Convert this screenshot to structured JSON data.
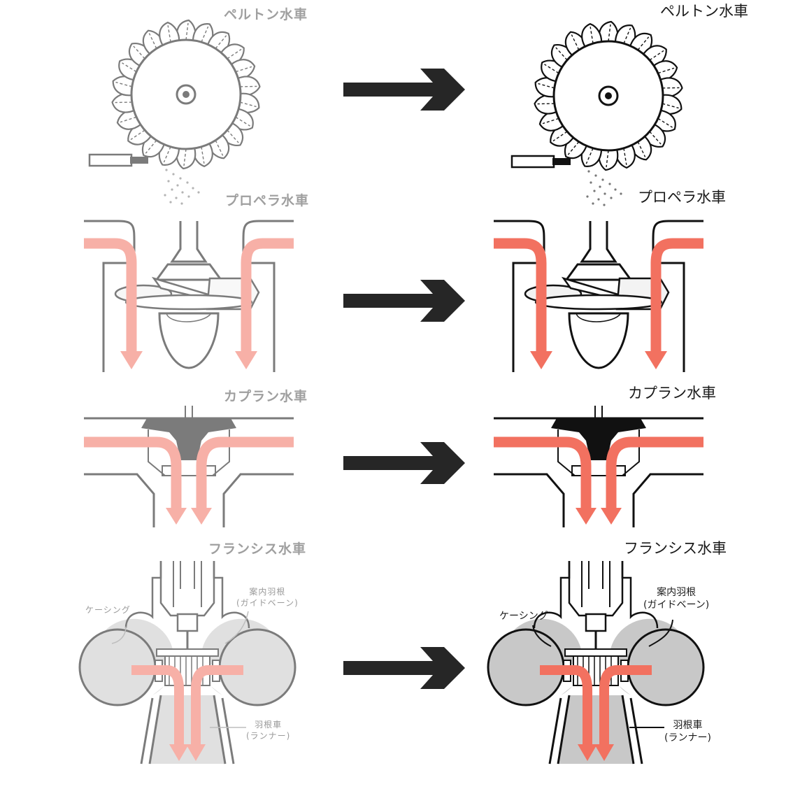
{
  "rows": [
    {
      "name": "ペルトン水車"
    },
    {
      "name": "プロペラ水車"
    },
    {
      "name": "カプラン水車"
    },
    {
      "name": "フランシス水車"
    }
  ],
  "parts": {
    "casing": "ケーシング",
    "guide_vane": "案内羽根",
    "guide_vane_reading": "(ガイドベーン)",
    "runner": "羽根車",
    "runner_reading": "(ランナー)"
  },
  "colors": {
    "water": "#f27160",
    "line": "#111111",
    "fill_gray": "#c8c8c8",
    "arrow": "#262626"
  }
}
